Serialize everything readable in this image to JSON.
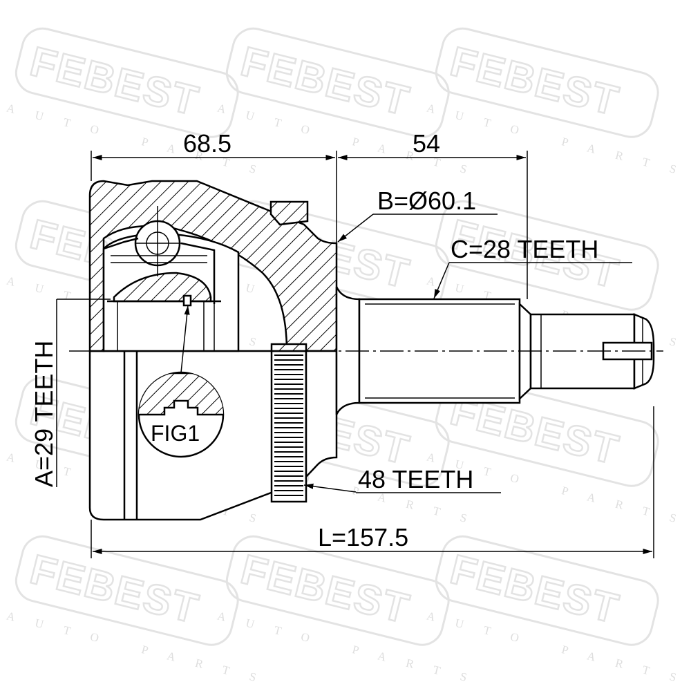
{
  "watermark": {
    "brand": "FEBEST",
    "sub": "AUTO PARTS"
  },
  "dimensions": {
    "housing_length": "68.5",
    "stub_length": "54",
    "total_length": "L=157.5",
    "bearing_diameter": "B=Ø60.1",
    "outer_spline": "C=28 TEETH",
    "inner_spline": "A=29 TEETH",
    "abs_ring": "48 TEETH"
  },
  "figure": {
    "label": "FIG1"
  },
  "colors": {
    "line": "#000000",
    "watermark": "#e3e3e3",
    "background": "#ffffff"
  }
}
